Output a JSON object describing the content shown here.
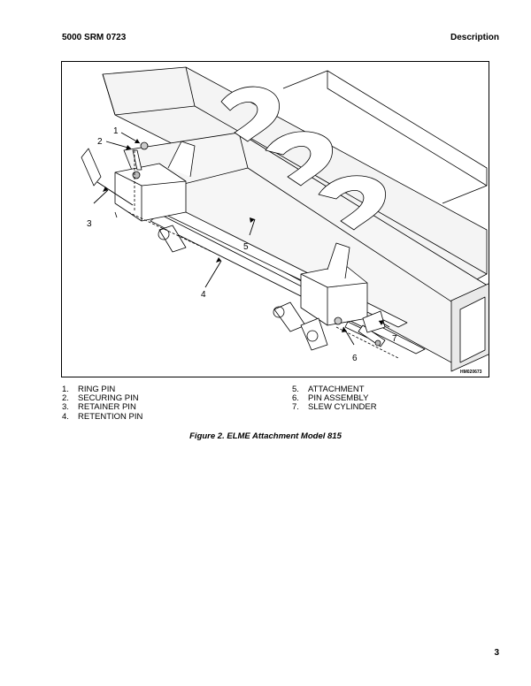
{
  "header": {
    "left": "5000 SRM 0723",
    "right": "Description"
  },
  "figure": {
    "id": "HM020673",
    "callouts": [
      "1",
      "2",
      "3",
      "4",
      "5",
      "6",
      "7"
    ]
  },
  "legend": {
    "left": [
      {
        "num": "1.",
        "label": "RING PIN"
      },
      {
        "num": "2.",
        "label": "SECURING PIN"
      },
      {
        "num": "3.",
        "label": "RETAINER PIN"
      },
      {
        "num": "4.",
        "label": "RETENTION PIN"
      }
    ],
    "right": [
      {
        "num": "5.",
        "label": "ATTACHMENT"
      },
      {
        "num": "6.",
        "label": "PIN ASSEMBLY"
      },
      {
        "num": "7.",
        "label": "SLEW CYLINDER"
      }
    ]
  },
  "caption": "Figure 2. ELME Attachment Model 815",
  "page_number": "3"
}
